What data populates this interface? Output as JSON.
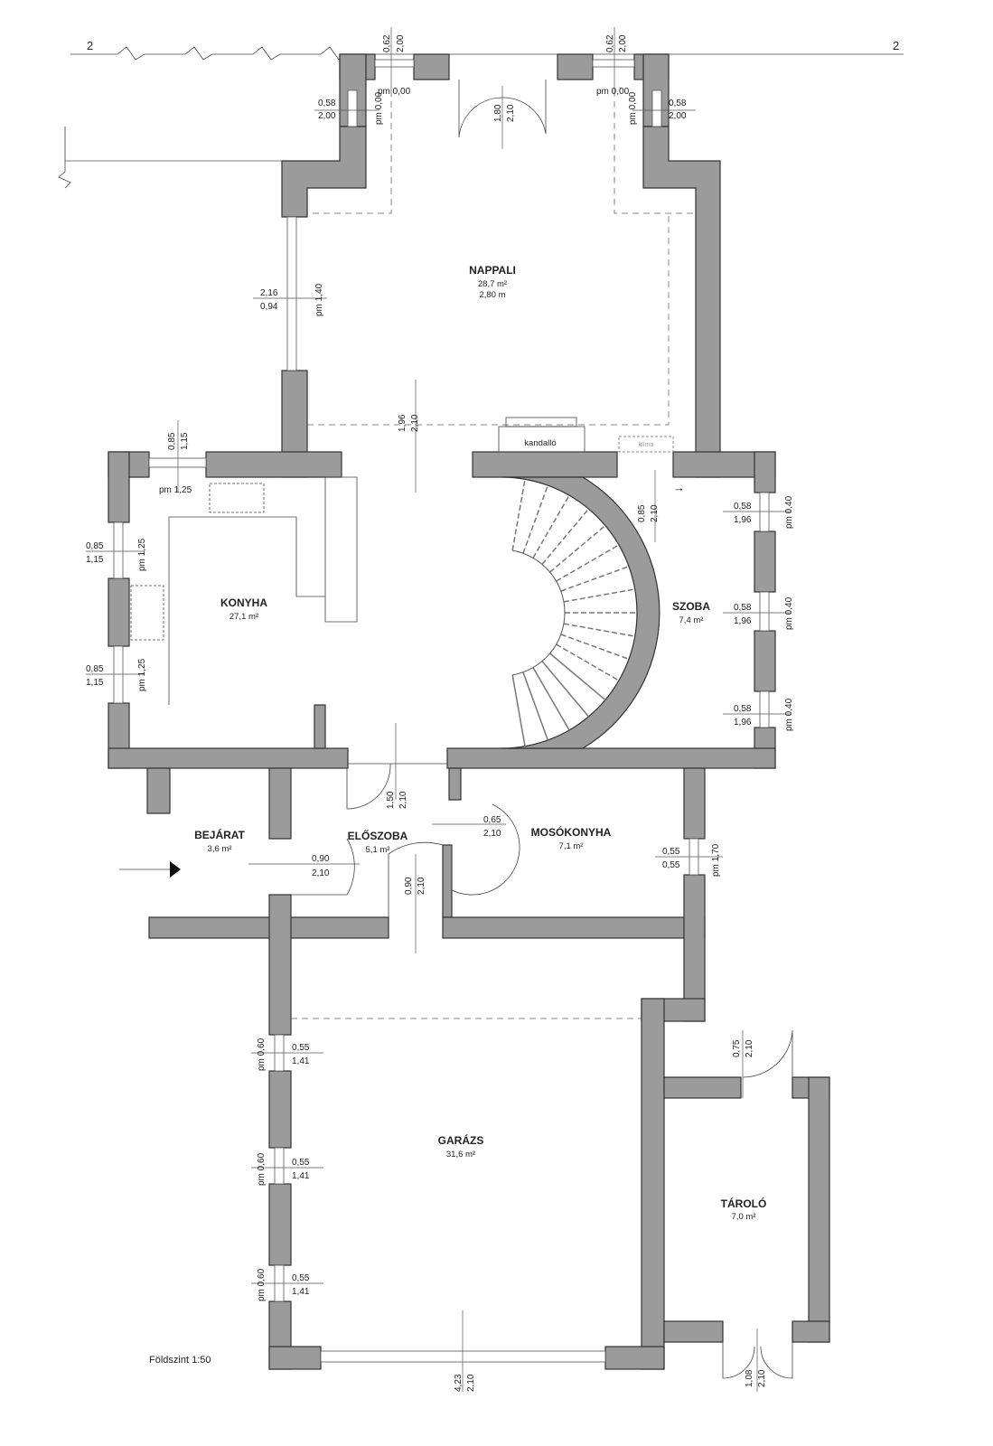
{
  "drawing_title": "Földszint 1:50",
  "section_marker": {
    "left": "2",
    "right": "2"
  },
  "rooms": {
    "nappali": {
      "name": "NAPPALI",
      "area": "28,7 m²",
      "height": "2,80 m"
    },
    "konyha": {
      "name": "KONYHA",
      "area": "27,1 m²"
    },
    "szoba": {
      "name": "SZOBA",
      "area": "7,4 m²"
    },
    "bejarat": {
      "name": "BEJÁRAT",
      "area": "3,6 m²"
    },
    "eloszoba": {
      "name": "ELŐSZOBA",
      "area": "5,1 m²"
    },
    "mosokonyha": {
      "name": "MOSÓKONYHA",
      "area": "7,1 m²"
    },
    "garazs": {
      "name": "GARÁZS",
      "area": "31,6 m²"
    },
    "tarolo": {
      "name": "TÁROLÓ",
      "area": "7,0 m²"
    }
  },
  "fixtures": {
    "fireplace": "kandalló",
    "ac": "klíma"
  },
  "dims": {
    "top_win_l_w": "0,62",
    "top_win_l_h": "2,00",
    "top_win_r_w": "0,62",
    "top_win_r_h": "2,00",
    "pm_top_l": "pm 0,00",
    "pm_top_r": "pm 0,00",
    "pm_side_l": "pm 0,00",
    "pm_side_r": "pm 0,00",
    "side_win_l_w": "0,58",
    "side_win_l_h": "2,00",
    "side_win_r_w": "0,58",
    "side_win_r_h": "2,00",
    "main_door_w": "1,80",
    "main_door_h": "2,10",
    "nap_win_w": "2,16",
    "nap_win_h": "0,94",
    "nap_win_pm": "pm 1,40",
    "opening_w": "1,96",
    "opening_h": "2,10",
    "kon_top_w": "0,85",
    "kon_top_h": "1,15",
    "kon_top_pm": "pm 1,25",
    "kon_l1_w": "0,85",
    "kon_l1_h": "1,15",
    "kon_l1_pm": "pm 1,25",
    "kon_l2_w": "0,85",
    "kon_l2_h": "1,15",
    "kon_l2_pm": "pm 1,25",
    "szoba_door_w": "0,85",
    "szoba_door_h": "2,10",
    "sz_w1_w": "0,58",
    "sz_w1_h": "1,96",
    "sz_w1_pm": "pm 0,40",
    "sz_w2_w": "0,58",
    "sz_w2_h": "1,96",
    "sz_w2_pm": "pm 0,40",
    "sz_w3_w": "0,58",
    "sz_w3_h": "1,96",
    "sz_w3_pm": "pm 0,40",
    "elo_door_w": "1,50",
    "elo_door_h": "2,10",
    "bej_door_w": "0,90",
    "bej_door_h": "2,10",
    "mos_door_w": "0,65",
    "mos_door_h": "2,10",
    "gar_door_w": "0,90",
    "gar_door_h": "2,10",
    "mos_win_w": "0,55",
    "mos_win_h": "0,55",
    "mos_win_pm": "pm 1,70",
    "g_w1_pm": "pm 0,60",
    "g_w1_w": "0,55",
    "g_w1_h": "1,41",
    "g_w2_pm": "pm 0,60",
    "g_w2_w": "0,55",
    "g_w2_h": "1,41",
    "g_w3_pm": "pm 0,60",
    "g_w3_w": "0,55",
    "g_w3_h": "1,41",
    "tar_door_w": "0,75",
    "tar_door_h": "2,10",
    "gar_gate_w": "4,23",
    "gar_gate_h": "2,10",
    "tar_gate_w": "1,08",
    "tar_gate_h": "2,10"
  },
  "colors": {
    "wall": "#9b9b9b",
    "line": "#333333"
  }
}
